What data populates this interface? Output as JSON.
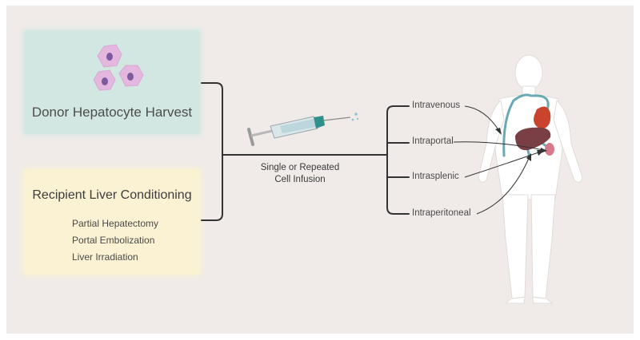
{
  "donor": {
    "title": "Donor Hepatocyte Harvest"
  },
  "recipient": {
    "title": "Recipient Liver Conditioning",
    "items": [
      "Partial Hepatectomy",
      "Portal Embolization",
      "Liver Irradiation"
    ]
  },
  "infusion": {
    "line1": "Single or Repeated",
    "line2": "Cell Infusion"
  },
  "routes": [
    "Intravenous",
    "Intraportal",
    "Intrasplenic",
    "Intraperitoneal"
  ],
  "colors": {
    "background": "#f0ebe8",
    "donor_box": "#d2e7e1",
    "recipient_box": "#faf2d3",
    "hepatocyte": "#e4b7df",
    "nucleus": "#7b5a9e",
    "vessel": "#6aa9b3",
    "heart": "#c9432d",
    "liver": "#7a3f44",
    "spleen": "#d7788c",
    "body": "#ffffff"
  }
}
